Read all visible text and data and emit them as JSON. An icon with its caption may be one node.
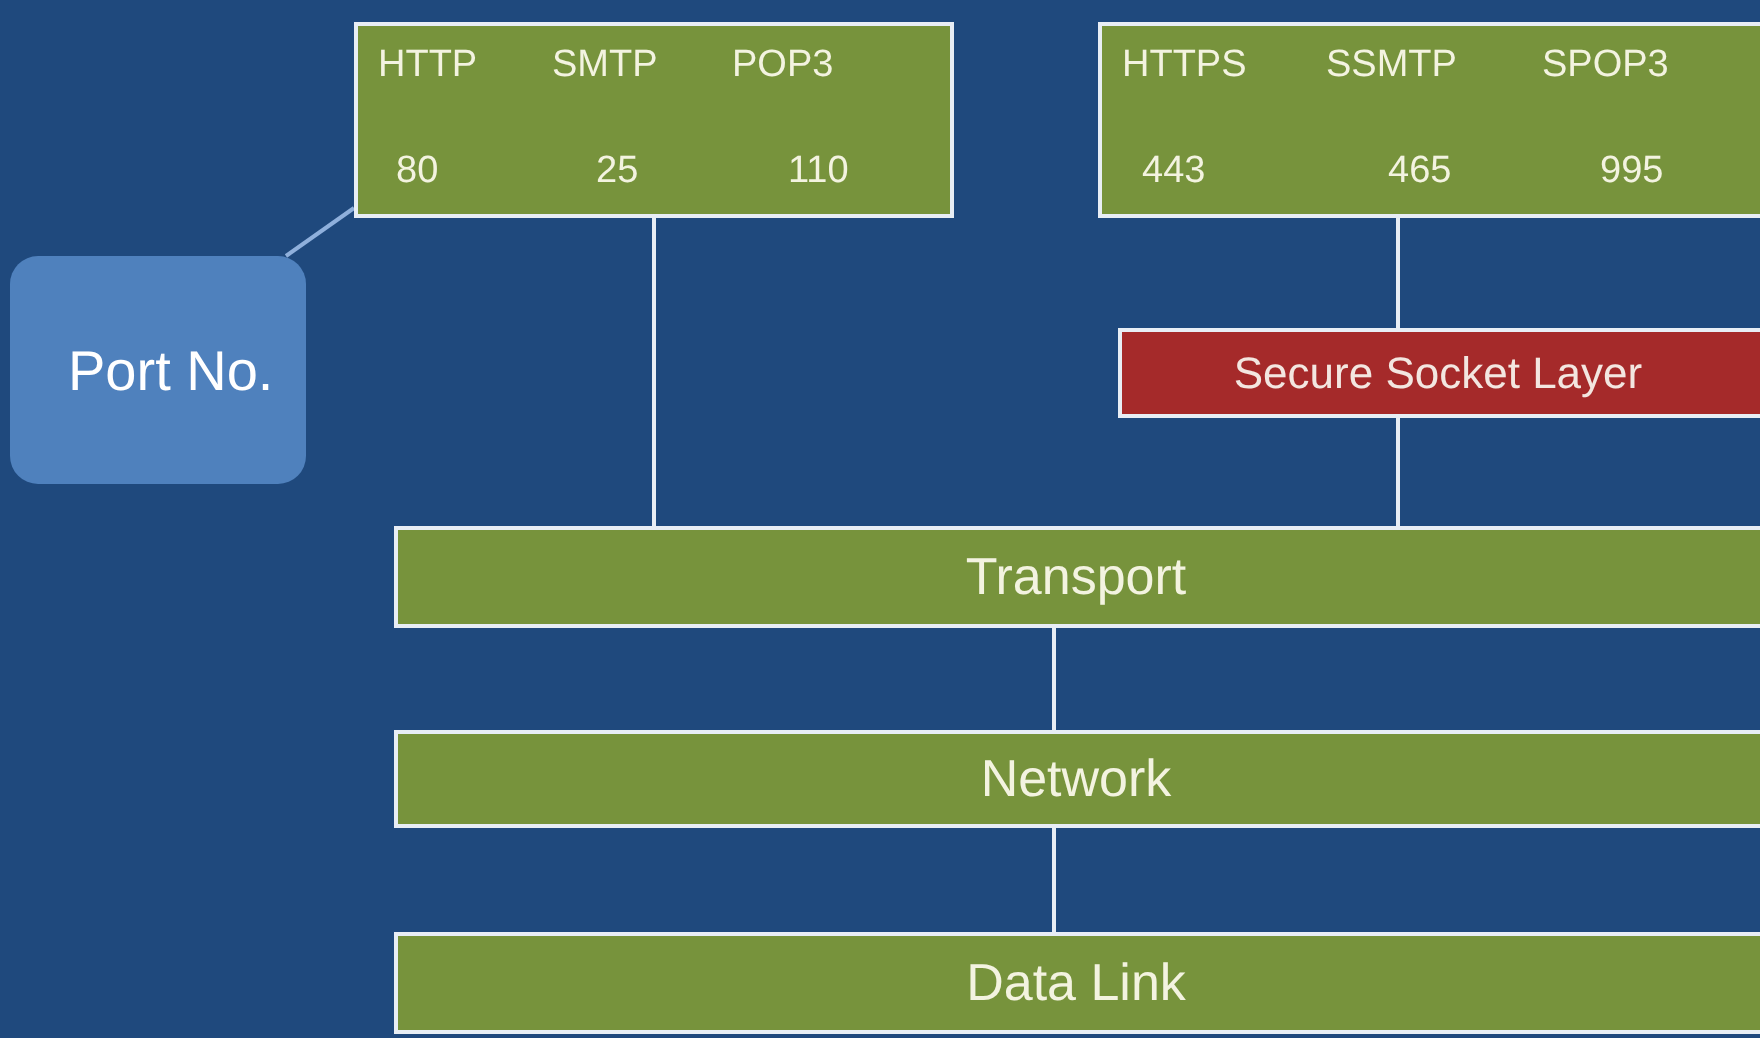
{
  "diagram": {
    "nodes": [
      {
        "text": [
          "HTTP",
          "SMTP",
          "POP3",
          "80",
          "25",
          "110"
        ]
      },
      {
        "text": [
          "HTTPS",
          "SSMTP",
          "SPOP3",
          "443",
          "465",
          "995"
        ]
      },
      {
        "text": [
          "Port No."
        ]
      },
      {
        "text": [
          "Secure Socket Layer"
        ]
      },
      {
        "text": [
          "Transport"
        ]
      },
      {
        "text": [
          "Network"
        ]
      },
      {
        "text": [
          "Data Link"
        ]
      }
    ],
    "edges": [
      {
        "from": 2,
        "to": 0,
        "arrow": "none"
      },
      {
        "from": 0,
        "to": 4,
        "arrow": "none"
      },
      {
        "from": 1,
        "to": 3,
        "arrow": "none"
      },
      {
        "from": 3,
        "to": 4,
        "arrow": "none"
      },
      {
        "from": 4,
        "to": 5,
        "arrow": "none"
      },
      {
        "from": 5,
        "to": 6,
        "arrow": "none"
      }
    ]
  }
}
